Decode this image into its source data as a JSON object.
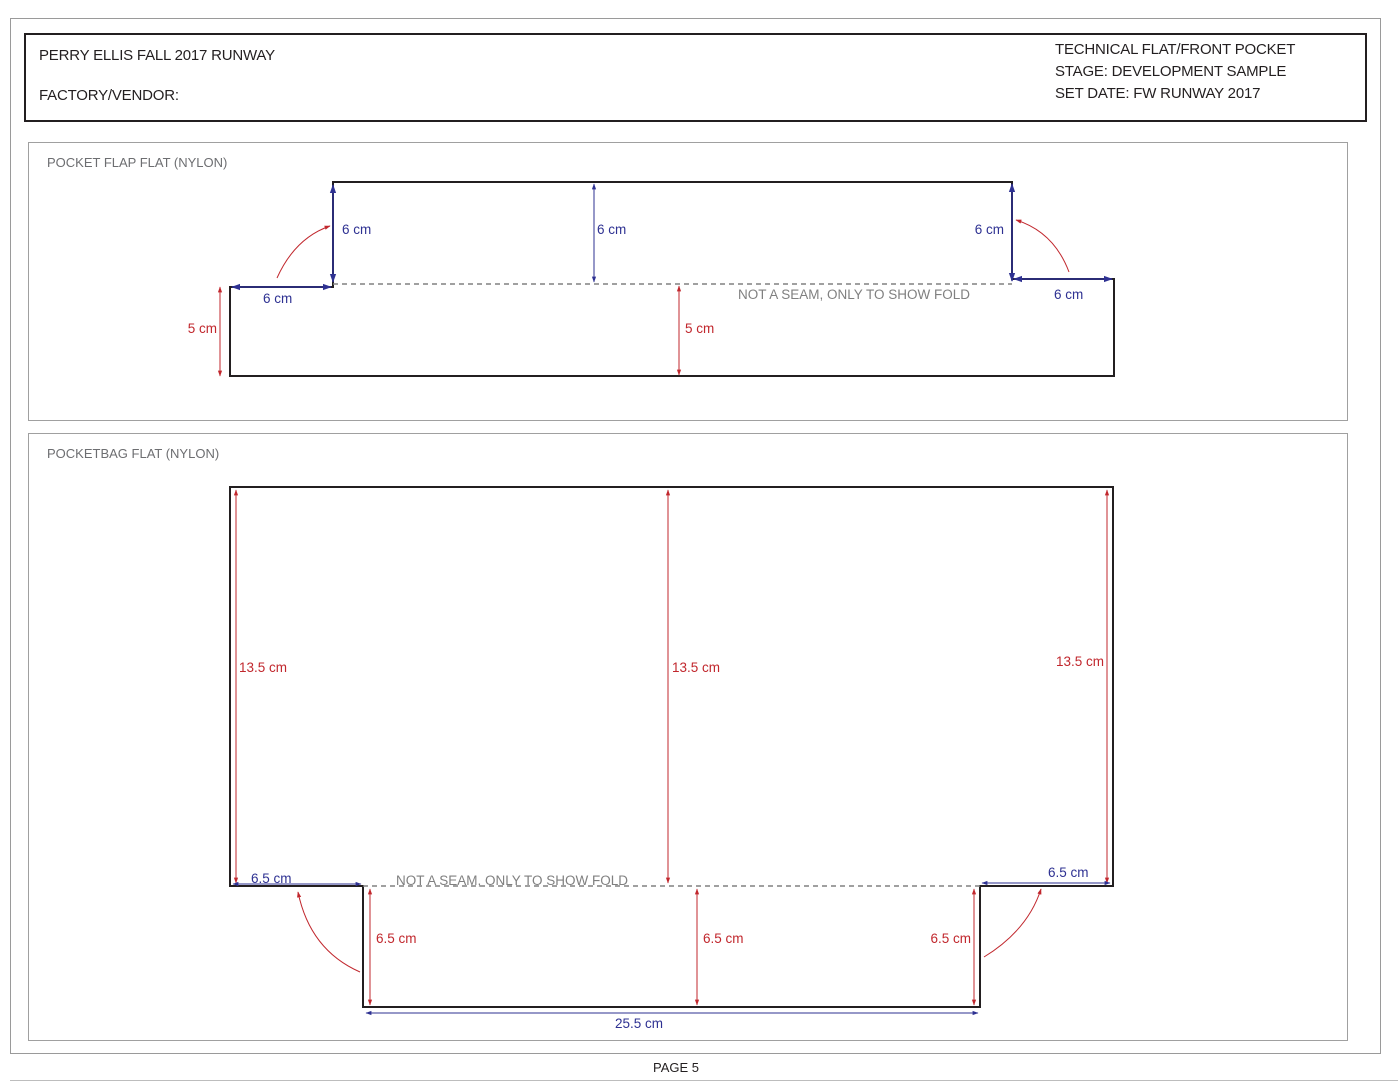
{
  "header": {
    "collection": "PERRY ELLIS FALL 2017 RUNWAY",
    "factory_vendor": "FACTORY/VENDOR:",
    "doc_type": "TECHNICAL FLAT/FRONT POCKET",
    "stage": "STAGE: DEVELOPMENT SAMPLE",
    "set_date": "SET DATE: FW RUNWAY 2017"
  },
  "flap_panel": {
    "title": "POCKET FLAP FLAT (NYLON)",
    "fold_note": "NOT A SEAM, ONLY TO SHOW FOLD",
    "dims": {
      "left_height": "6 cm",
      "center_height": "6 cm",
      "right_height": "6 cm",
      "left_width": "6 cm",
      "right_width": "6 cm",
      "bottom_left_height": "5 cm",
      "bottom_center_height": "5 cm"
    }
  },
  "bag_panel": {
    "title": "POCKETBAG FLAT (NYLON)",
    "fold_note": "NOT A SEAM, ONLY TO SHOW FOLD",
    "dims": {
      "left_height": "13.5 cm",
      "center_height": "13.5 cm",
      "right_height": "13.5 cm",
      "left_tab_width": "6.5 cm",
      "right_tab_width": "6.5 cm",
      "lower_left_height": "6.5 cm",
      "lower_center_height": "6.5 cm",
      "lower_right_height": "6.5 cm",
      "bottom_width": "25.5 cm"
    }
  },
  "footer": {
    "page": "PAGE 5"
  },
  "colors": {
    "outline": "#231f20",
    "red_dim": "#c1272d",
    "blue_dim": "#2e3192",
    "fold_line": "#808080"
  }
}
